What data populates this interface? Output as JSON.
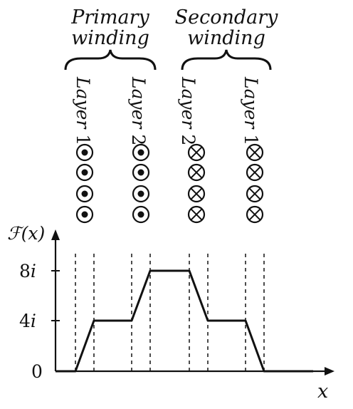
{
  "groups": {
    "primary": {
      "line1": "Primary",
      "line2": "winding"
    },
    "secondary": {
      "line1": "Secondary",
      "line2": "winding"
    }
  },
  "layers": [
    {
      "word": "Layer",
      "num": "1",
      "symbol": "dot-icon",
      "count": 4
    },
    {
      "word": "Layer",
      "num": "2",
      "symbol": "dot-icon",
      "count": 4
    },
    {
      "word": "Layer",
      "num": "2",
      "symbol": "cross-icon",
      "count": 4
    },
    {
      "word": "Layer",
      "num": "1",
      "symbol": "cross-icon",
      "count": 4
    }
  ],
  "graph": {
    "y_axis_label": "ℱ(x)",
    "x_axis_label": "x",
    "y_ticks": [
      {
        "label_num": "8",
        "label_var": "i"
      },
      {
        "label_num": "4",
        "label_var": "i"
      },
      {
        "label_num": "0",
        "label_var": ""
      }
    ]
  }
}
